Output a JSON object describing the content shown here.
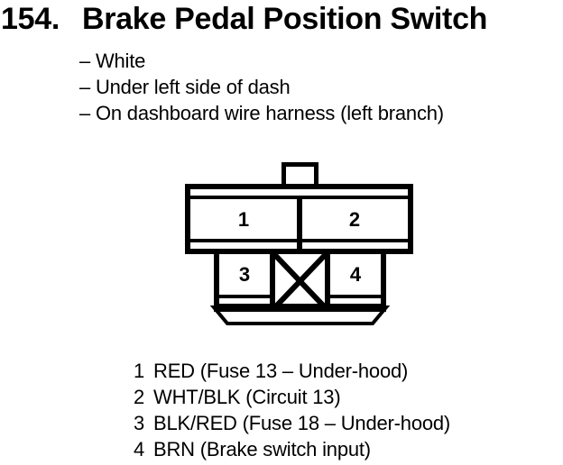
{
  "page": {
    "background_color": "#ffffff",
    "ink_color": "#000000"
  },
  "header": {
    "number": "154.",
    "title": "Brake Pedal Position Switch",
    "bullets": [
      "– White",
      "– Under left side of dash",
      "– On dashboard wire harness (left branch)"
    ]
  },
  "connector": {
    "description": "4-cavity connector, front view, top latch tab, blocked cavity between pins 3 and 4",
    "pins": [
      "1",
      "2",
      "3",
      "4"
    ]
  },
  "legend": {
    "rows": [
      {
        "pin": "1",
        "desc": "RED (Fuse 13 – Under-hood)"
      },
      {
        "pin": "2",
        "desc": "WHT/BLK (Circuit 13)"
      },
      {
        "pin": "3",
        "desc": "BLK/RED (Fuse 18 – Under-hood)"
      },
      {
        "pin": "4",
        "desc": "BRN (Brake switch input)"
      }
    ]
  }
}
